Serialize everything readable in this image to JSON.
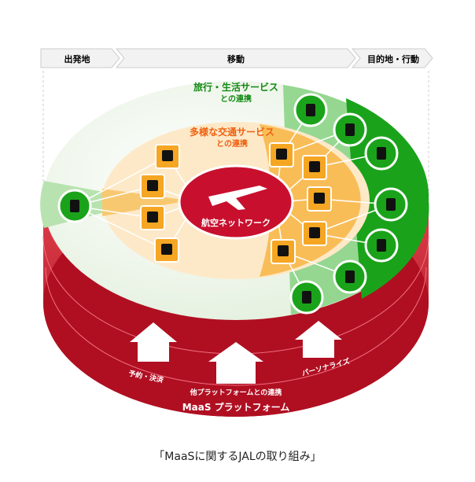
{
  "header": {
    "stages": [
      "出発地",
      "移動",
      "目的地・行動"
    ]
  },
  "rings": {
    "outer_label_1": "旅行・生活サービス",
    "outer_label_2": "との連携",
    "inner_label_1": "多様な交通サービス",
    "inner_label_2": "との連携",
    "center_label": "航空ネットワーク"
  },
  "platform": {
    "features": [
      "予約・決済",
      "他プラットフォームとの連携",
      "パーソナライズ"
    ],
    "title": "MaaS プラットフォーム"
  },
  "icons": {
    "origin": [
      "smartphone-icon"
    ],
    "transport_left": [
      "train-icon",
      "taxi-icon",
      "bus-icon",
      "drone-icon"
    ],
    "transport_right": [
      "autonomous-car-icon",
      "bus-icon",
      "train-icon",
      "wheelchair-icon",
      "drone-icon"
    ],
    "services": [
      "restaurant-icon",
      "shopping-icon",
      "travel-icon",
      "hotel-icon",
      "cart-icon",
      "luggage-icon",
      "gift-icon"
    ]
  },
  "colors": {
    "green": "#1aa31a",
    "orange": "#f5a623",
    "red": "#c8102e",
    "text_green": "#138a13",
    "text_orange": "#f06010"
  },
  "caption": "「MaaSに関するJALの取り組み」"
}
